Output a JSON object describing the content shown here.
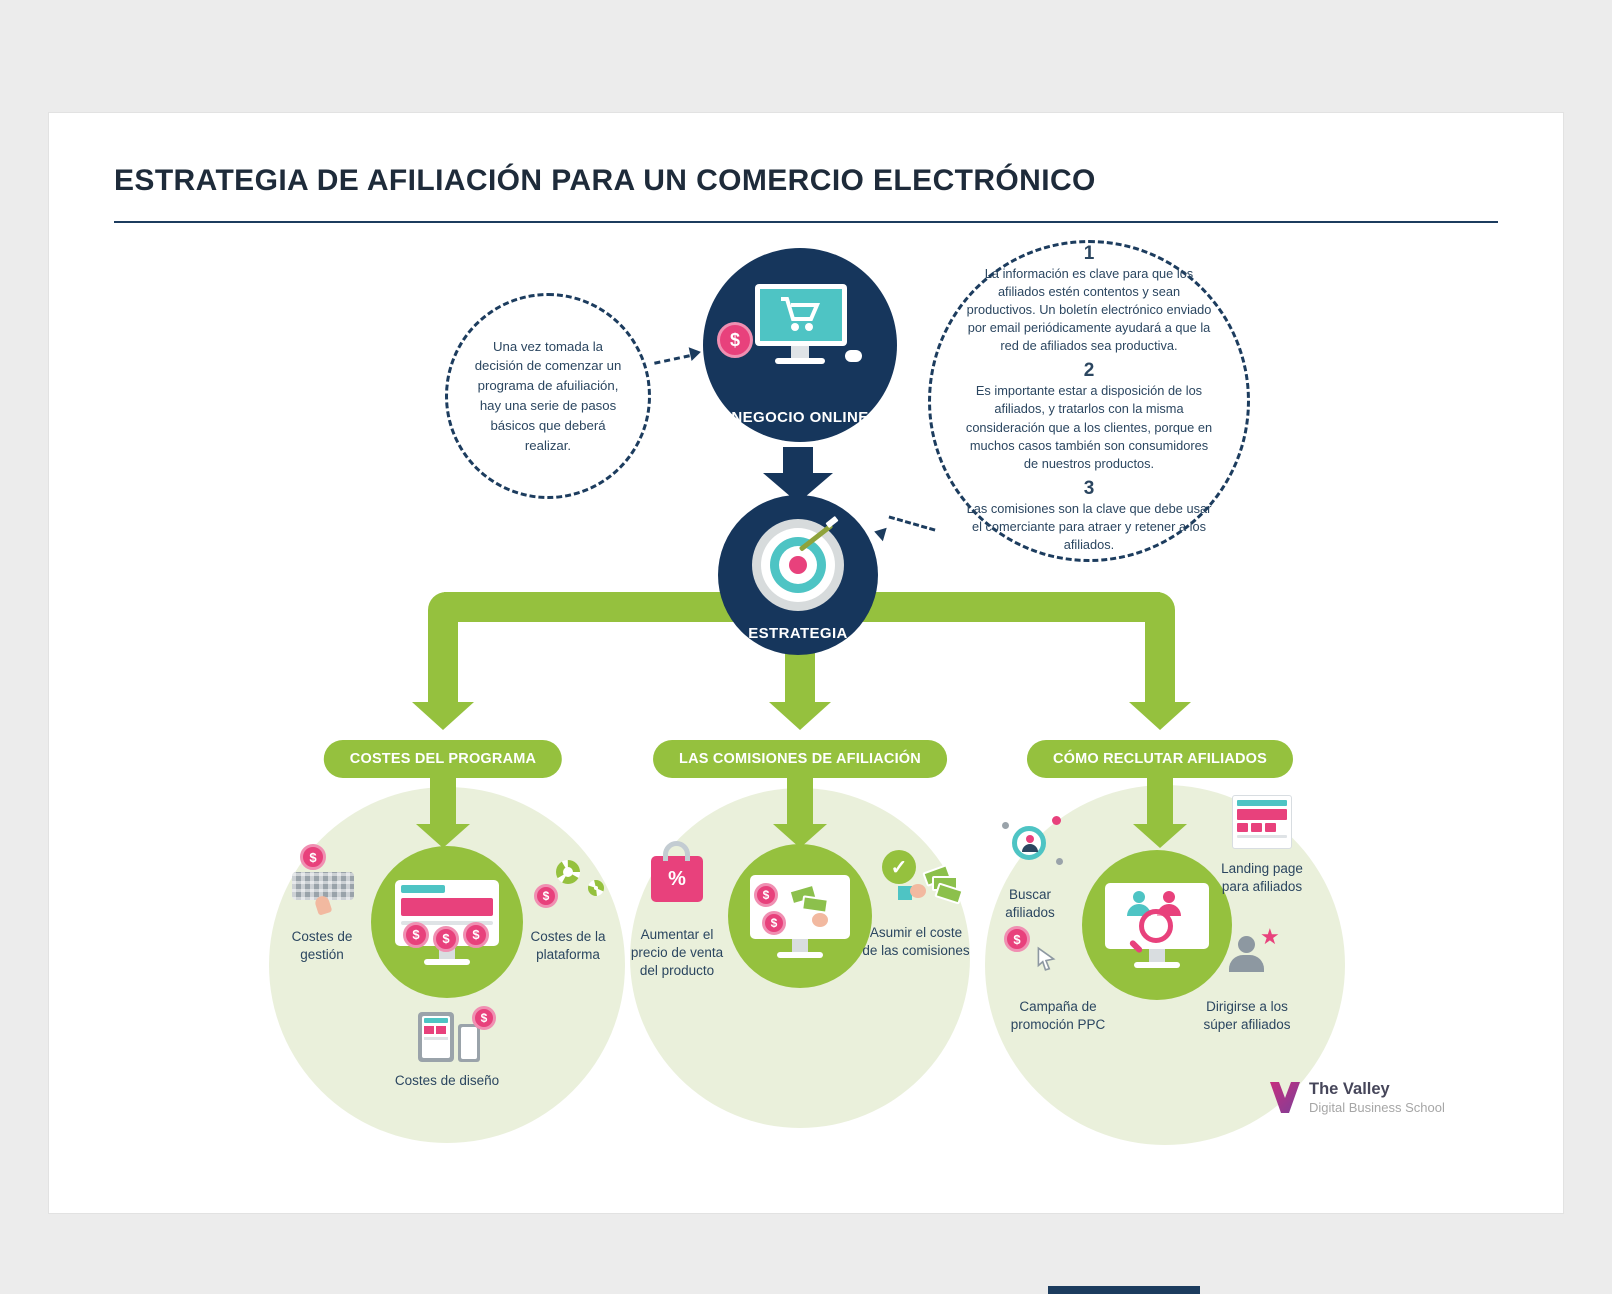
{
  "title": "ESTRATEGIA DE AFILIACIÓN PARA UN COMERCIO ELECTRÓNICO",
  "nodes": {
    "negocio_online": {
      "label": "NEGOCIO ONLINE"
    },
    "estrategia": {
      "label": "ESTRATEGIA"
    }
  },
  "callouts": {
    "left": {
      "text": "Una vez tomada la decisión de comenzar un programa de afuiliación, hay una serie de pasos básicos que deberá realizar."
    },
    "right": {
      "items": [
        {
          "number": "1",
          "text": "La información es clave para que los afiliados estén contentos y sean productivos. Un boletín electrónico enviado por email periódicamente ayudará a que la red de afiliados sea productiva."
        },
        {
          "number": "2",
          "text": "Es importante estar a disposición de los afiliados, y tratarlos con la misma consideración que a los clientes, porque en muchos casos también son consumidores de nuestros productos."
        },
        {
          "number": "3",
          "text": "Las comisiones son la clave que debe usar el comerciante para atraer y retener a los afiliados."
        }
      ]
    }
  },
  "branches": [
    {
      "label": "COSTES DEL PROGRAMA",
      "items": [
        {
          "label": "Costes de gestión"
        },
        {
          "label": "Costes de la plataforma"
        },
        {
          "label": "Costes de diseño"
        }
      ]
    },
    {
      "label": "LAS COMISIONES DE AFILIACIÓN",
      "items": [
        {
          "label": "Aumentar el precio de venta del producto"
        },
        {
          "label": "Asumir el coste de las comisiones"
        }
      ]
    },
    {
      "label": "CÓMO RECLUTAR AFILIADOS",
      "items": [
        {
          "label": "Buscar afiliados"
        },
        {
          "label": "Landing page para afiliados"
        },
        {
          "label": "Campaña de promoción PPC"
        },
        {
          "label": "Dirigirse a los súper afiliados"
        }
      ]
    }
  ],
  "glyphs": {
    "dollar": "$",
    "percent": "%",
    "check": "✓",
    "star": "★"
  },
  "logo": {
    "name": "The Valley",
    "subtitle": "Digital Business School"
  },
  "colors": {
    "navy": "#16365c",
    "green": "#95c13e",
    "light_green": "#eaf0db",
    "pink": "#e8417c",
    "teal": "#4ec4c4"
  }
}
